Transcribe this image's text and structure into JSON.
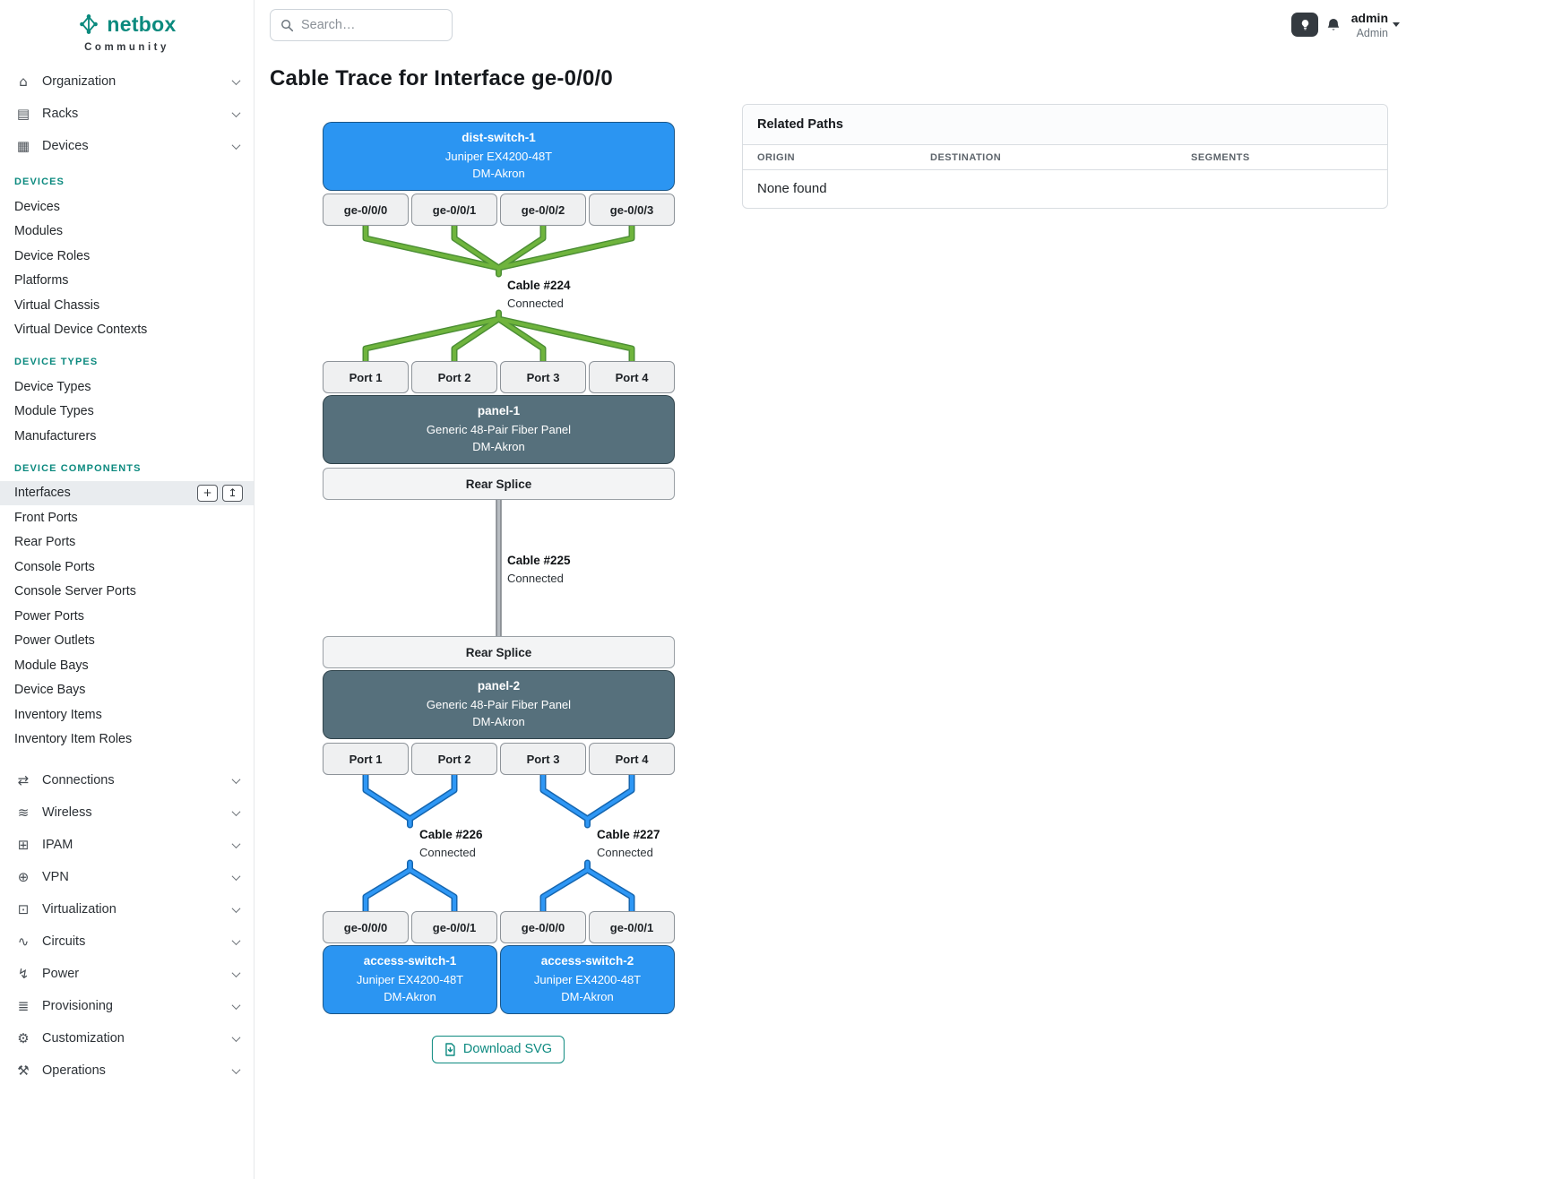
{
  "colors": {
    "brand_teal": "#0d8a80",
    "device_blue": "#2b95f2",
    "panel_slate": "#56707c",
    "cable_green": "#6fb43d",
    "cable_blue": "#2e97f5",
    "cable_gray": "#b7bcc1",
    "active_item_bg": "#e9ecef"
  },
  "brand": {
    "logo_text": "netbox",
    "community": "Community"
  },
  "topbar": {
    "search_placeholder": "Search…",
    "user_name": "admin",
    "user_role": "Admin"
  },
  "icons": {
    "organization": "⌂",
    "racks": "▤",
    "devices": "▦",
    "connections": "⇄",
    "wireless": "≋",
    "ipam": "⊞",
    "vpn": "⊕",
    "virtualization": "⊡",
    "circuits": "∿",
    "power": "↯",
    "provisioning": "≣",
    "customization": "⚙",
    "operations": "⚒",
    "add": "+",
    "import": "↥"
  },
  "sidebar": {
    "top_items": [
      "Organization",
      "Racks",
      "Devices"
    ],
    "sections": [
      {
        "heading": "DEVICES",
        "items": [
          "Devices",
          "Modules",
          "Device Roles",
          "Platforms",
          "Virtual Chassis",
          "Virtual Device Contexts"
        ]
      },
      {
        "heading": "DEVICE TYPES",
        "items": [
          "Device Types",
          "Module Types",
          "Manufacturers"
        ]
      },
      {
        "heading": "DEVICE COMPONENTS",
        "items": [
          "Interfaces",
          "Front Ports",
          "Rear Ports",
          "Console Ports",
          "Console Server Ports",
          "Power Ports",
          "Power Outlets",
          "Module Bays",
          "Device Bays",
          "Inventory Items",
          "Inventory Item Roles"
        ]
      }
    ],
    "bottom_items": [
      "Connections",
      "Wireless",
      "IPAM",
      "VPN",
      "Virtualization",
      "Circuits",
      "Power",
      "Provisioning",
      "Customization",
      "Operations"
    ]
  },
  "page": {
    "title": "Cable Trace for Interface ge-0/0/0"
  },
  "trace": {
    "dist_switch": {
      "name": "dist-switch-1",
      "model": "Juniper EX4200-48T",
      "site": "DM-Akron"
    },
    "dist_interfaces": [
      "ge-0/0/0",
      "ge-0/0/1",
      "ge-0/0/2",
      "ge-0/0/3"
    ],
    "port_labels": [
      "Port 1",
      "Port 2",
      "Port 3",
      "Port 4"
    ],
    "panel1": {
      "name": "panel-1",
      "model": "Generic 48-Pair Fiber Panel",
      "site": "DM-Akron"
    },
    "panel2": {
      "name": "panel-2",
      "model": "Generic 48-Pair Fiber Panel",
      "site": "DM-Akron"
    },
    "rear_splice_label": "Rear Splice",
    "cables": {
      "c224": {
        "name": "Cable #224",
        "status": "Connected"
      },
      "c225": {
        "name": "Cable #225",
        "status": "Connected"
      },
      "c226": {
        "name": "Cable #226",
        "status": "Connected"
      },
      "c227": {
        "name": "Cable #227",
        "status": "Connected"
      }
    },
    "bottom_interfaces": [
      "ge-0/0/0",
      "ge-0/0/1",
      "ge-0/0/0",
      "ge-0/0/1"
    ],
    "access_switch_1": {
      "name": "access-switch-1",
      "model": "Juniper EX4200-48T",
      "site": "DM-Akron"
    },
    "access_switch_2": {
      "name": "access-switch-2",
      "model": "Juniper EX4200-48T",
      "site": "DM-Akron"
    },
    "download_label": "Download SVG"
  },
  "related_paths": {
    "title": "Related Paths",
    "columns": [
      "ORIGIN",
      "DESTINATION",
      "SEGMENTS"
    ],
    "empty_text": "None found"
  }
}
